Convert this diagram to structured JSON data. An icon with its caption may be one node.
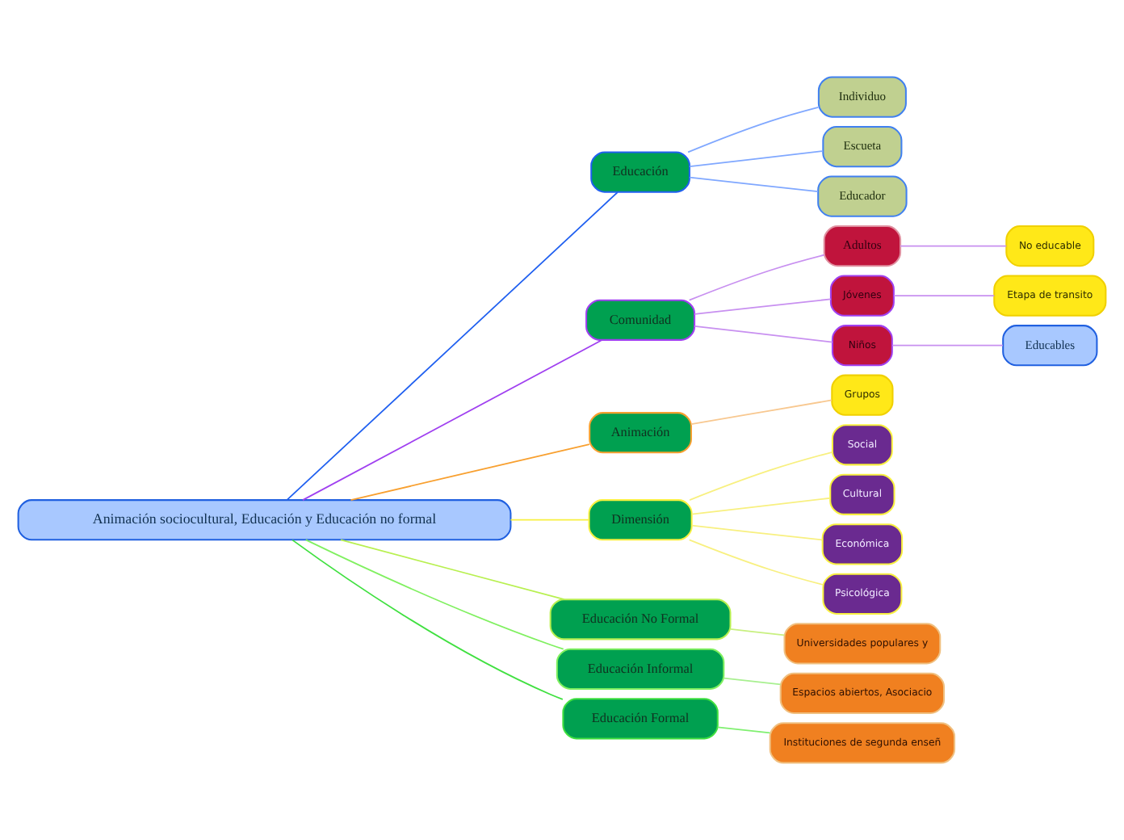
{
  "diagram": {
    "nodes": [
      {
        "text": [
          "Animación sociocultural, Educación y Educación no formal"
        ]
      },
      {
        "text": [
          "Educación"
        ]
      },
      {
        "text": [
          "Individuo"
        ]
      },
      {
        "text": [
          "Escueta"
        ]
      },
      {
        "text": [
          "Educador"
        ]
      },
      {
        "text": [
          "Comunidad"
        ]
      },
      {
        "text": [
          "Adultos"
        ]
      },
      {
        "text": [
          "No educable"
        ]
      },
      {
        "text": [
          "Jóvenes"
        ]
      },
      {
        "text": [
          "Etapa de transito"
        ]
      },
      {
        "text": [
          "Niños"
        ]
      },
      {
        "text": [
          "Educables"
        ]
      },
      {
        "text": [
          "Animación"
        ]
      },
      {
        "text": [
          "Grupos"
        ]
      },
      {
        "text": [
          "Dimensión"
        ]
      },
      {
        "text": [
          "Social"
        ]
      },
      {
        "text": [
          "Cultural"
        ]
      },
      {
        "text": [
          "Económica"
        ]
      },
      {
        "text": [
          "Psicológica"
        ]
      },
      {
        "text": [
          "Educación No Formal"
        ]
      },
      {
        "text": [
          "Universidades populares y"
        ]
      },
      {
        "text": [
          "Educación Informal"
        ]
      },
      {
        "text": [
          "Espacios abiertos, Asociacio"
        ]
      },
      {
        "text": [
          "Educación Formal"
        ]
      },
      {
        "text": [
          "Instituciones de segunda enseñ"
        ]
      }
    ],
    "edges": [
      {
        "from": 0,
        "to": 1,
        "arrow": "none",
        "color": "#2060f0"
      },
      {
        "from": 1,
        "to": 2,
        "arrow": "none",
        "color": "#80a8ff"
      },
      {
        "from": 1,
        "to": 3,
        "arrow": "none",
        "color": "#80a8ff"
      },
      {
        "from": 1,
        "to": 4,
        "arrow": "none",
        "color": "#80a8ff"
      },
      {
        "from": 0,
        "to": 5,
        "arrow": "none",
        "color": "#a040f0"
      },
      {
        "from": 5,
        "to": 6,
        "arrow": "none",
        "color": "#c890f0"
      },
      {
        "from": 6,
        "to": 7,
        "arrow": "none",
        "color": "#c890f0"
      },
      {
        "from": 5,
        "to": 8,
        "arrow": "none",
        "color": "#c890f0"
      },
      {
        "from": 8,
        "to": 9,
        "arrow": "none",
        "color": "#c890f0"
      },
      {
        "from": 5,
        "to": 10,
        "arrow": "none",
        "color": "#c890f0"
      },
      {
        "from": 10,
        "to": 11,
        "arrow": "none",
        "color": "#c890f0"
      },
      {
        "from": 0,
        "to": 12,
        "arrow": "none",
        "color": "#f8a030"
      },
      {
        "from": 12,
        "to": 13,
        "arrow": "none",
        "color": "#f8c890"
      },
      {
        "from": 0,
        "to": 14,
        "arrow": "none",
        "color": "#f8f040"
      },
      {
        "from": 14,
        "to": 15,
        "arrow": "none",
        "color": "#f8f080"
      },
      {
        "from": 14,
        "to": 16,
        "arrow": "none",
        "color": "#f8f080"
      },
      {
        "from": 14,
        "to": 17,
        "arrow": "none",
        "color": "#f8f080"
      },
      {
        "from": 14,
        "to": 18,
        "arrow": "none",
        "color": "#f8f080"
      },
      {
        "from": 0,
        "to": 19,
        "arrow": "none",
        "color": "#b8f050"
      },
      {
        "from": 19,
        "to": 20,
        "arrow": "none",
        "color": "#c8f080"
      },
      {
        "from": 0,
        "to": 21,
        "arrow": "none",
        "color": "#80f060"
      },
      {
        "from": 21,
        "to": 22,
        "arrow": "none",
        "color": "#a8f090"
      },
      {
        "from": 0,
        "to": 23,
        "arrow": "none",
        "color": "#40e040"
      },
      {
        "from": 23,
        "to": 24,
        "arrow": "none",
        "color": "#80f070"
      }
    ]
  }
}
